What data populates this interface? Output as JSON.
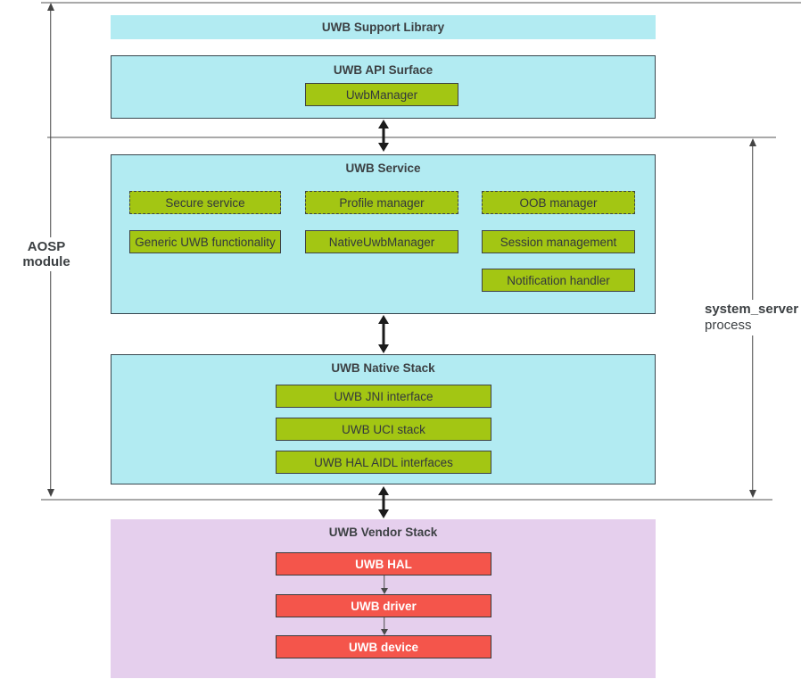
{
  "diagram": {
    "side_labels": {
      "aosp_module": "AOSP module",
      "system_server": "system_server",
      "process": "process"
    },
    "support_library": {
      "title": "UWB Support Library"
    },
    "api_surface": {
      "title": "UWB API Surface",
      "uwb_manager": "UwbManager"
    },
    "service": {
      "title": "UWB Service",
      "secure_service": "Secure service",
      "profile_manager": "Profile manager",
      "oob_manager": "OOB manager",
      "generic_uwb_functionality": "Generic UWB functionality",
      "native_uwb_manager": "NativeUwbManager",
      "session_management": "Session management",
      "notification_handler": "Notification handler"
    },
    "native_stack": {
      "title": "UWB Native Stack",
      "jni_interface": "UWB JNI interface",
      "uci_stack": "UWB UCI stack",
      "hal_aidl_interfaces": "UWB HAL AIDL interfaces"
    },
    "vendor_stack": {
      "title": "UWB Vendor Stack",
      "hal": "UWB HAL",
      "driver": "UWB driver",
      "device": "UWB device"
    },
    "colors": {
      "cyan": "#b2ebf2",
      "green": "#a3c613",
      "red": "#f4554b",
      "purple": "#e5cfed"
    }
  }
}
